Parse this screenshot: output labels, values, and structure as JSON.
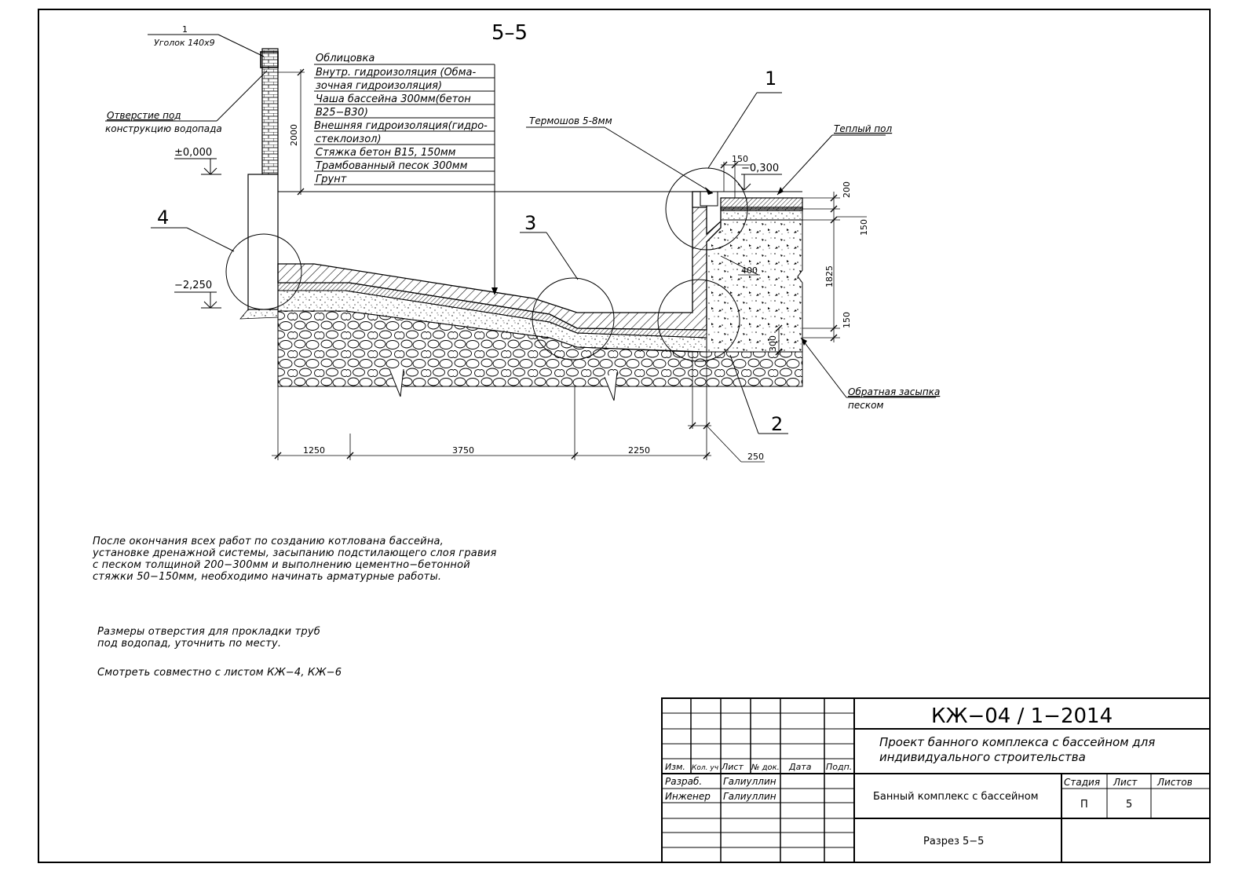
{
  "section_title": "5–5",
  "angle_callout": {
    "number": "1",
    "label": "Уголок 140х9"
  },
  "waterfall_hole": {
    "line1": "Отверстие под",
    "line2": "конструкцию водопада"
  },
  "levels": {
    "zero": "±0,000",
    "bottom": "−2,250",
    "floor": "−0,300"
  },
  "layers": [
    "Облицовка",
    "Внутр. гидроизоляция (Обма-",
    "зочная гидроизоляция)",
    "Чаша бассейна 300мм(бетон",
    "В25−В30)",
    "Внешняя гидроизоляция(гидро-",
    "стеклоизол)",
    "Стяжка бетон В15, 150мм",
    "Трамбованный песок 300мм",
    "Грунт"
  ],
  "callouts": {
    "thermo_seam": "Термошов 5-8мм",
    "warm_floor": "Теплый пол",
    "backfill_1": "Обратная засыпка",
    "backfill_2": "песком",
    "node_1": "1",
    "node_2": "2",
    "node_3": "3",
    "node_4": "4"
  },
  "dimensions": {
    "wall_height": "2000",
    "d150_top": "150",
    "d200": "200",
    "d150_right": "150",
    "d1825": "1825",
    "d150_low": "150",
    "d400": "400",
    "d300": "300",
    "d1250": "1250",
    "d3750": "3750",
    "d2250": "2250",
    "d250": "250"
  },
  "notes": {
    "n1": [
      "После окончания всех работ по созданию котлована бассейна,",
      "установке дренажной системы, засыпанию подстилающего слоя гравия",
      "с песком толщиной 200−300мм и выполнению цементно−бетонной",
      "стяжки 50−150мм, необходимо начинать арматурные работы."
    ],
    "n2": [
      "Размеры отверстия для прокладки труб",
      "под водопад, уточнить по месту."
    ],
    "n3": "Смотреть совместно с листом КЖ−4, КЖ−6"
  },
  "title_block": {
    "code": "КЖ−04  /  1−2014",
    "project_line1": "Проект банного комплекса с бассейном для",
    "project_line2": "индивидуального строительства",
    "object_name": "Банный комплекс с бассейном",
    "sheet_name": "Разрез 5−5",
    "col_izm": "Изм.",
    "col_kol": "Кол. уч",
    "col_list": "Лист",
    "col_ndok": "№ док.",
    "col_date": "Дата",
    "col_podp": "Подп.",
    "role1": "Разраб.",
    "name1": "Галиуллин",
    "role2": "Инженер",
    "name2": "Галиуллин",
    "h_stage": "Стадия",
    "h_sheet": "Лист",
    "h_sheets": "Листов",
    "stage": "П",
    "sheet": "5",
    "sheets": ""
  }
}
